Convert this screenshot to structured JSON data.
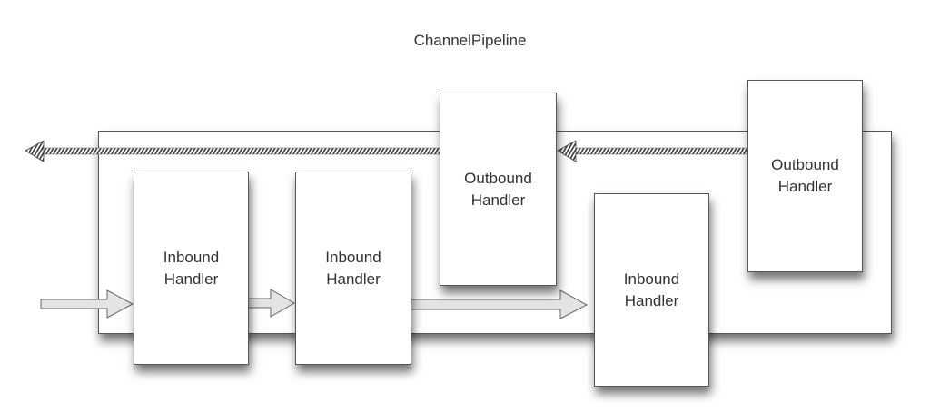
{
  "diagram": {
    "title": "ChannelPipeline",
    "handlers": [
      {
        "id": "in-1",
        "type": "inbound",
        "line1": "Inbound",
        "line2": "Handler"
      },
      {
        "id": "in-2",
        "type": "inbound",
        "line1": "Inbound",
        "line2": "Handler"
      },
      {
        "id": "out-1",
        "type": "outbound",
        "line1": "Outbound",
        "line2": "Handler"
      },
      {
        "id": "in-3",
        "type": "inbound",
        "line1": "Inbound",
        "line2": "Handler"
      },
      {
        "id": "out-2",
        "type": "outbound",
        "line1": "Outbound",
        "line2": "Handler"
      }
    ],
    "flows": [
      {
        "direction": "inbound",
        "path": [
          "in-1",
          "in-2",
          "in-3"
        ]
      },
      {
        "direction": "outbound",
        "path": [
          "out-2",
          "out-1"
        ]
      }
    ],
    "colors": {
      "border": "#555555",
      "text": "#333333",
      "arrow_fill": "#e4e4e4"
    }
  }
}
